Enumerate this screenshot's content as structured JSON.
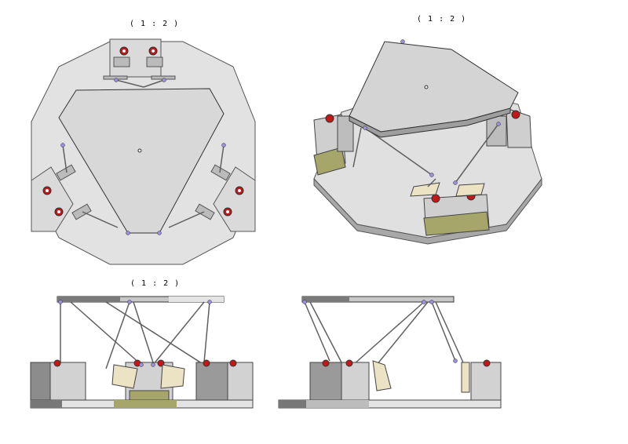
{
  "views": [
    {
      "id": "top",
      "scale": "( 1 : 2 )"
    },
    {
      "id": "isometric",
      "scale": "( 1 : 2 )"
    },
    {
      "id": "front",
      "scale": "( 1 : 2 )"
    },
    {
      "id": "side",
      "scale": ""
    }
  ],
  "colors": {
    "base_plate": "#dcdcdc",
    "platform": "#cfcfcf",
    "block": "#d4d4d4",
    "block_dark": "#9a9a9a",
    "olive": "#a6a66a",
    "red_knob": "#c21818",
    "strut": "#606060",
    "joint": "#9a8fd8",
    "bracket": "#ece2c4",
    "outline": "#333333"
  }
}
